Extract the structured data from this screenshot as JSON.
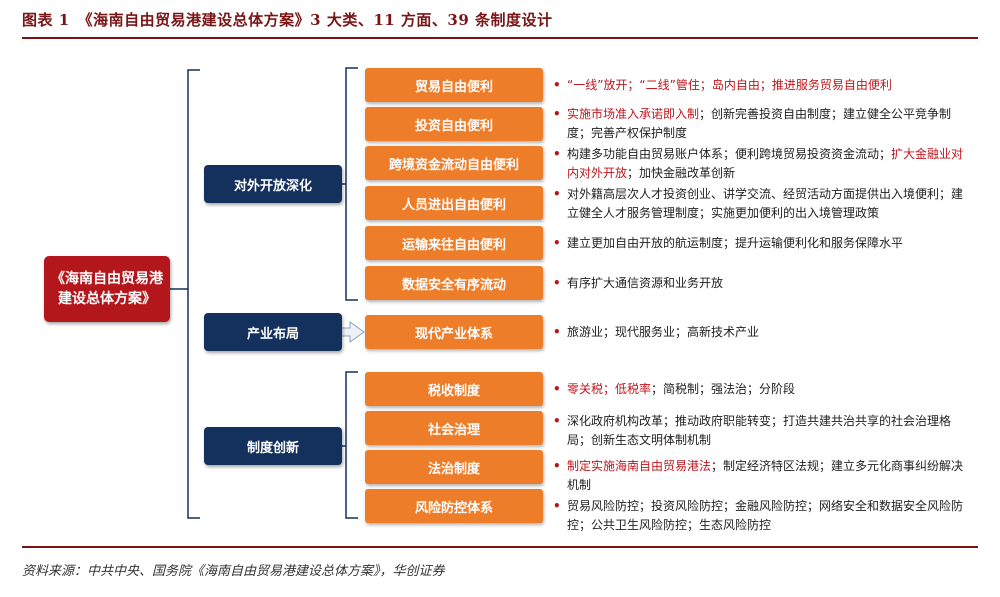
{
  "title": "图表 1　《海南自由贸易港建设总体方案》3 大类、11 方面、39 条制度设计",
  "source": "资料来源：中共中央、国务院《海南自由贸易港建设总体方案》，华创证券",
  "root": "《海南自由贸易港建设总体方案》",
  "categories": [
    {
      "label": "对外开放深化"
    },
    {
      "label": "产业布局"
    },
    {
      "label": "制度创新"
    }
  ],
  "items": [
    {
      "label": "贸易自由便利",
      "red": "“一线”放开；“二线”管住；岛内自由；推进服务贸易自由便利",
      "black": ""
    },
    {
      "label": "投资自由便利",
      "red": "实施市场准入承诺即入制",
      "black": "；创新完善投资自由制度；建立健全公平竞争制度；完善产权保护制度"
    },
    {
      "label": "跨境资金流动自由便利",
      "red": "",
      "black": "构建多功能自由贸易账户体系；便利跨境贸易投资资金流动；",
      "red2": "扩大金融业对内对外开放",
      "black2": "；加快金融改革创新"
    },
    {
      "label": "人员进出自由便利",
      "red": "",
      "black": "对外籍高层次人才投资创业、讲学交流、经贸活动方面提供出入境便利；建立健全人才服务管理制度；实施更加便利的出入境管理政策"
    },
    {
      "label": "运输来往自由便利",
      "red": "",
      "black": "建立更加自由开放的航运制度；提升运输便利化和服务保障水平"
    },
    {
      "label": "数据安全有序流动",
      "red": "有序扩大通信资源和业务开放",
      "black": ""
    },
    {
      "label": "现代产业体系",
      "red": "旅游业；现代服务业；高新技术产业",
      "black": ""
    },
    {
      "label": "税收制度",
      "red": "零关税；低税率",
      "black": "；简税制；强法治；分阶段"
    },
    {
      "label": "社会治理",
      "red": "",
      "black": "深化政府机构改革；推动政府职能转变；打造共建共治共享的社会治理格局；创新生态文明体制机制"
    },
    {
      "label": "法治制度",
      "red": "制定实施海南自由贸易港法",
      "black": "；制定经济特区法规；建立多元化商事纠纷解决机制"
    },
    {
      "label": "风险防控体系",
      "red": "",
      "black": "贸易风险防控；投资风险防控；金融风险防控；网络安全和数据安全风险防控；公共卫生风险防控；生态风险防控"
    }
  ],
  "colors": {
    "root": "#b3171c",
    "category": "#14315e",
    "item": "#ee7d2a",
    "highlight": "#c0161c",
    "accent": "#7a1516"
  }
}
